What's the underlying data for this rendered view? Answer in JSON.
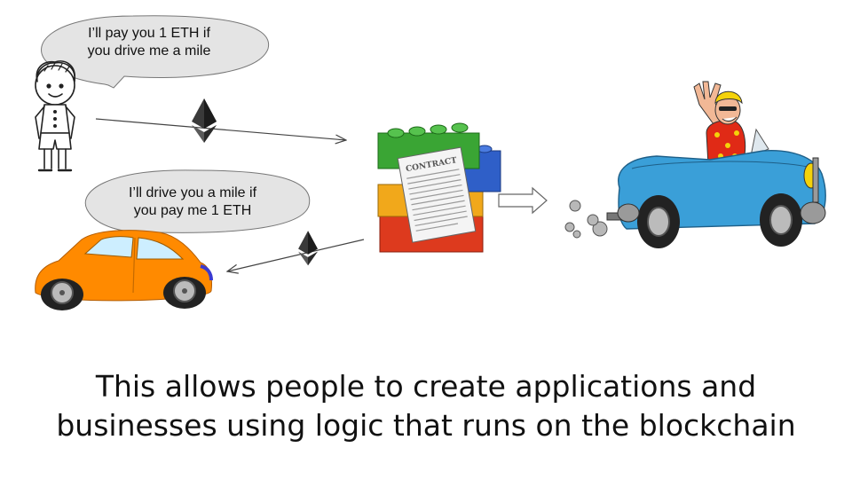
{
  "slide": {
    "bubble_person": {
      "line1": "I’ll pay you 1 ETH if",
      "line2": "you drive me a mile"
    },
    "bubble_car": {
      "line1": "I’ll drive you a mile if",
      "line2": "you pay me 1 ETH"
    },
    "contract_label": "CONTRACT",
    "caption": {
      "line1": "This allows people to create applications and",
      "line2": "businesses using logic that runs on the blockchain"
    }
  },
  "colors": {
    "bubble_fill": "#e4e4e4",
    "car_orange": "#ff8a00",
    "car_blue": "#3a9fd8",
    "lego_green": "#3aa534",
    "lego_blue": "#2f5fc8",
    "lego_yellow": "#f1a81b",
    "lego_red": "#dd3a1e",
    "eth_dark": "#2e2e2e"
  },
  "icons": [
    "ethereum-icon",
    "person-icon",
    "car-icon",
    "contract-blocks-icon",
    "convertible-driver-icon",
    "arrow-right-icon"
  ]
}
